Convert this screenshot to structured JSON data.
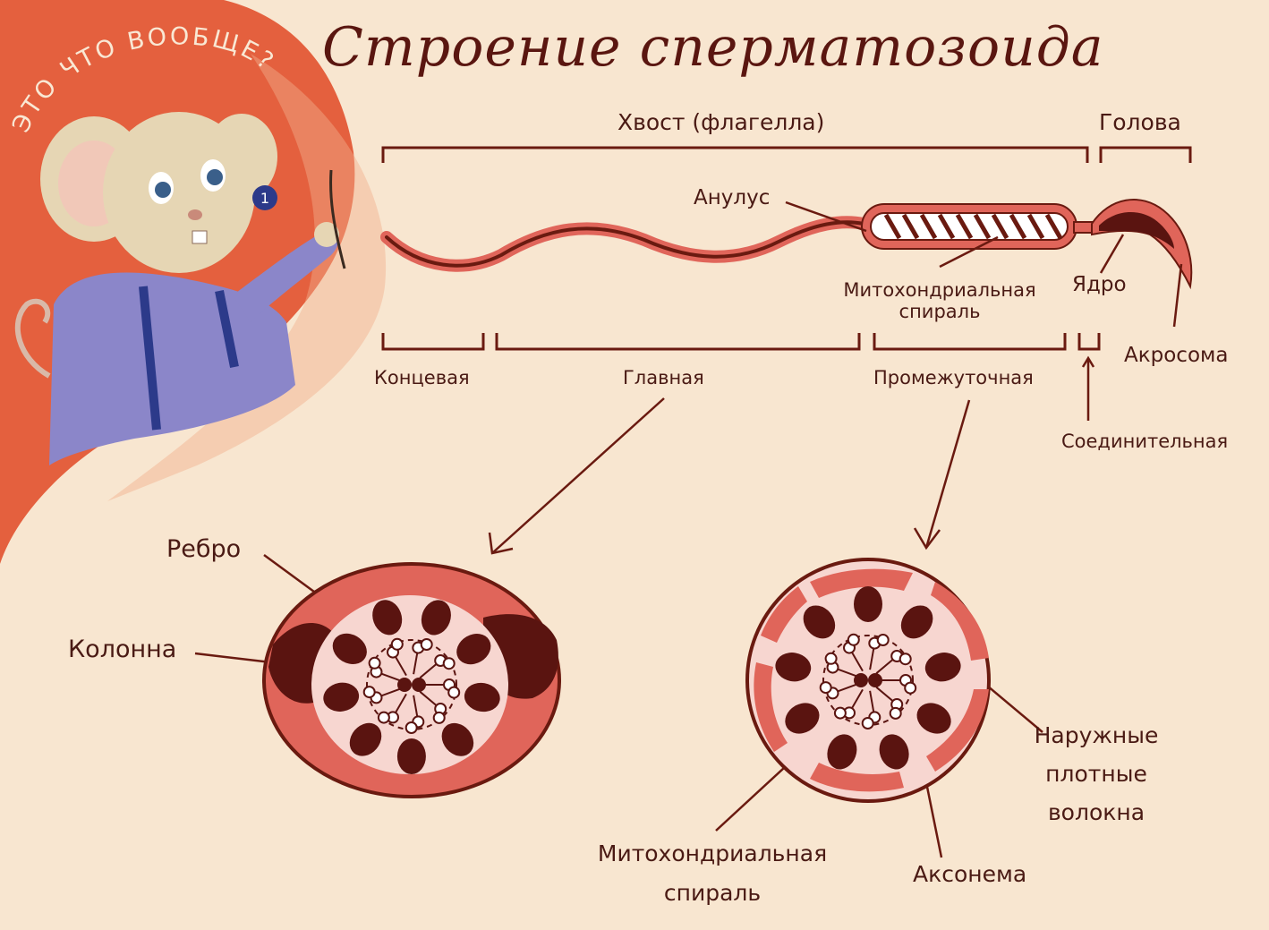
{
  "title": "Строение сперматозоида",
  "badge_text": "ЭТО ЧТО ВООБЩЕ?",
  "badge_number": "1",
  "sections": {
    "tail": "Хвост (флагелла)",
    "head": "Голова"
  },
  "labels": {
    "annulus": "Анулус",
    "mito_top": "Митохондриальная",
    "mito_top_2": "спираль",
    "nucleus": "Ядро",
    "acrosome": "Акросома",
    "end_piece": "Концевая",
    "main_piece": "Главная",
    "mid_piece": "Промежуточная",
    "connecting": "Соединительная",
    "rib": "Ребро",
    "column": "Колонна",
    "outer_dense_1": "Наружные",
    "outer_dense_2": "плотные",
    "outer_dense_3": "волокна",
    "mito_bottom_1": "Митохондриальная",
    "mito_bottom_2": "спираль",
    "axoneme": "Аксонема"
  },
  "colors": {
    "background": "#f8e6d0",
    "outline": "#6a1a10",
    "salmon": "#e0655a",
    "light_pink": "#f7d6d0",
    "dark_brown": "#5a1410",
    "accent_orange": "#e4603e"
  }
}
